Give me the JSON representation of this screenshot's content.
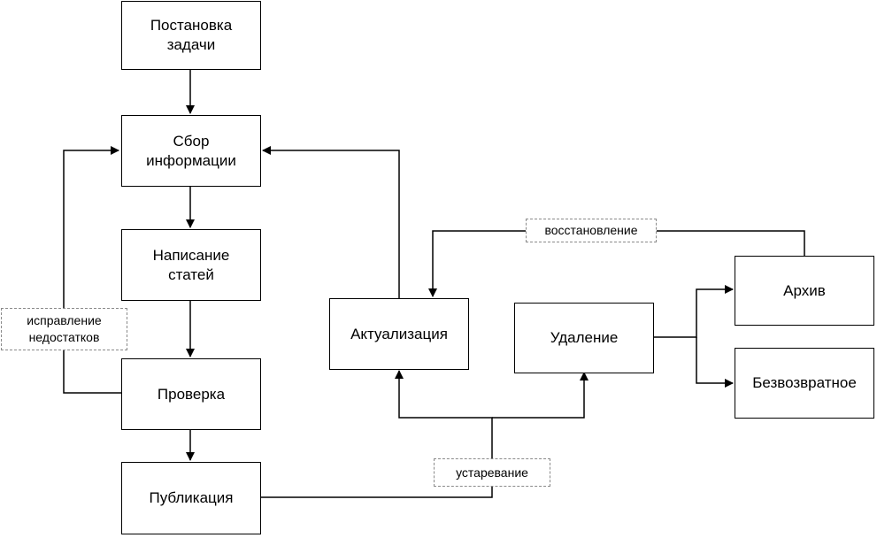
{
  "nodes": {
    "task": "Постановка\nзадачи",
    "collect": "Сбор\nинформации",
    "write": "Написание\nстатей",
    "review": "Проверка",
    "publish": "Публикация",
    "update": "Актуализация",
    "delete": "Удаление",
    "archive": "Архив",
    "permanent": "Безвозвратное"
  },
  "edge_labels": {
    "fix": "исправление\nнедостатков",
    "restore": "восстановление",
    "obsolete": "устаревание"
  },
  "colors": {
    "line": "#000000",
    "label_border": "#8a8a8a"
  }
}
